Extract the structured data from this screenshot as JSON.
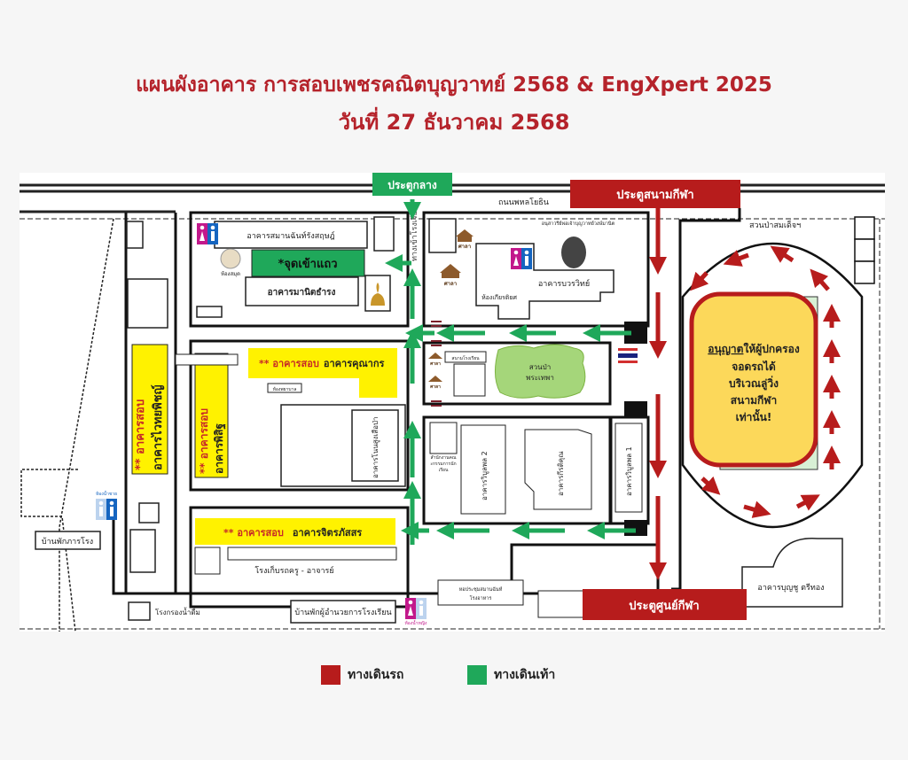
{
  "title": {
    "line1": "แผนผังอาคาร การสอบเพชรคณิตบุญวาทย์ 2568 & EngXpert 2025",
    "line2": "วันที่  27 ธันวาคม 2568"
  },
  "colors": {
    "title": "#b5232b",
    "vehicle": "#b71c1c",
    "pedestrian": "#1fa85a",
    "exam": "#fff200",
    "parking": "#fcd85a"
  },
  "gates": {
    "center": "ประตูกลาง",
    "stadium": "ประตูสนามกีฬา",
    "sports_center": "ประตูศูนย์กีฬา"
  },
  "roads": {
    "main_road": "ถนนพหลโยธิน",
    "school_entrance": "ทางเข้าโรงเรียน"
  },
  "buildings": {
    "samanchan": "อาคารสมานฉันท์รังสฤษฎ์",
    "queue_point": "*จุดเข้าแถว",
    "manit": "อาคารมานิตธำรง",
    "library": "ห้องสมุด",
    "borworawit": "อาคารบวรวิทย์",
    "hall_of_fame": "ห้องเกียรติยศ",
    "monument": "อนุสาวรีย์พ่อเจ้าบุญวาทย์วงษ์มานิต",
    "exam_prefix": "** อาคารสอบ",
    "khunakorn": "อาคารคุณากร",
    "waithaya": "อาคารไวทยพิชญ์",
    "pisit": "อาคารพิสิฐ",
    "chitpassorn": "อาคารจิตรภัสสร",
    "teacher_garage": "โรงเก็บรถครู - อาจารย์",
    "janitor_house": "บ้านพักภารโรง",
    "water_plant": "โรงกรองน้ำดื่ม",
    "director_house": "บ้านพักผู้อำนวยการโรงเรียน",
    "forest_park": "สวนป่า\nพระเทพา",
    "forest_park_l1": "สวนป่า",
    "forest_park_l2": "พระเทพา",
    "school_yard": "สนามโรงเรียน",
    "wiboonpon2": "อาคารวิบูลพล 2",
    "kiratikhun": "อาคารกีรติคุณ",
    "wiboonpon1": "อาคารวิบูลพล 1",
    "student_affairs": "สำนักงานคณะกรรมการนักเรียน",
    "auditorium": "หอประชุมสมานฉันท์\nโรงอาหาร",
    "auditorium_l1": "หอประชุมสมานฉันท์",
    "auditorium_l2": "โรงอาหาร",
    "boonchu": "อาคารบุญชู ตรีทอง",
    "somdet_park": "สวนป่าสมเด็จฯ",
    "prayer_room": "ห้องพยาบาล",
    "moonsiri": "อาคารโนนสูงเสือป่า",
    "pavilion": "ศาลา"
  },
  "parking": {
    "line1": "อนุญาต",
    "line1b": "ให้ผู้ปกครอง",
    "line2": "จอดรถได้",
    "line3": "บริเวณลู่วิ่ง",
    "line4": "สนามกีฬา",
    "line5": "เท่านั้น!"
  },
  "restrooms": {
    "male": "ห้องน้ำชาย",
    "female": "ห้องน้ำหญิง"
  },
  "legend": [
    {
      "label": "ทางเดินรถ",
      "color": "#b71c1c"
    },
    {
      "label": "ทางเดินเท้า",
      "color": "#1fa85a"
    }
  ]
}
